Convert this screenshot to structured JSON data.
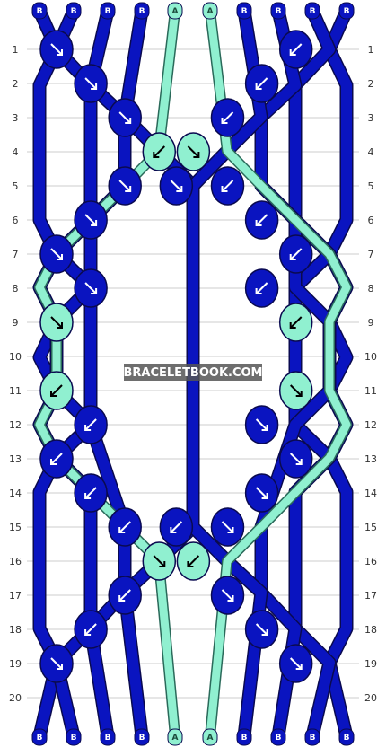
{
  "watermark": "BRACELETBOOK.COM",
  "colors": {
    "B": "#0a14c0",
    "A": "#90f0d0",
    "grid": "#cccccc",
    "outline": "#0a0a50"
  },
  "strings_top": [
    "B",
    "B",
    "B",
    "B",
    "A",
    "A",
    "B",
    "B",
    "B",
    "B"
  ],
  "strings_bottom": [
    "B",
    "B",
    "B",
    "B",
    "A",
    "A",
    "B",
    "B",
    "B",
    "B"
  ],
  "row_numbers": [
    "1",
    "2",
    "3",
    "4",
    "5",
    "6",
    "7",
    "8",
    "9",
    "10",
    "11",
    "12",
    "13",
    "14",
    "15",
    "16",
    "17",
    "18",
    "19",
    "20"
  ],
  "knots": [
    {
      "row": 1,
      "col": 0,
      "color": "B",
      "dir": "down-right"
    },
    {
      "row": 1,
      "col": 7,
      "color": "B",
      "dir": "down-left"
    },
    {
      "row": 2,
      "col": 1,
      "color": "B",
      "dir": "down-right"
    },
    {
      "row": 2,
      "col": 6,
      "color": "B",
      "dir": "down-left"
    },
    {
      "row": 3,
      "col": 2,
      "color": "B",
      "dir": "down-right"
    },
    {
      "row": 3,
      "col": 5,
      "color": "B",
      "dir": "down-left"
    },
    {
      "row": 4,
      "col": 3,
      "color": "A",
      "dir": "down-left"
    },
    {
      "row": 4,
      "col": 4,
      "color": "A",
      "dir": "down-right"
    },
    {
      "row": 5,
      "col": 2,
      "color": "B",
      "dir": "down-right"
    },
    {
      "row": 5,
      "col": 3.5,
      "color": "B",
      "dir": "down-right"
    },
    {
      "row": 5,
      "col": 5,
      "color": "B",
      "dir": "down-left"
    },
    {
      "row": 6,
      "col": 1,
      "color": "B",
      "dir": "down-right"
    },
    {
      "row": 6,
      "col": 6,
      "color": "B",
      "dir": "down-left"
    },
    {
      "row": 7,
      "col": 0,
      "color": "B",
      "dir": "down-right"
    },
    {
      "row": 7,
      "col": 7,
      "color": "B",
      "dir": "down-left"
    },
    {
      "row": 8,
      "col": 1,
      "color": "B",
      "dir": "down-right"
    },
    {
      "row": 8,
      "col": 6,
      "color": "B",
      "dir": "down-left"
    },
    {
      "row": 9,
      "col": 0,
      "color": "A",
      "dir": "down-right"
    },
    {
      "row": 9,
      "col": 7,
      "color": "A",
      "dir": "down-left"
    },
    {
      "row": 11,
      "col": 0,
      "color": "A",
      "dir": "down-left"
    },
    {
      "row": 11,
      "col": 7,
      "color": "A",
      "dir": "down-right"
    },
    {
      "row": 12,
      "col": 1,
      "color": "B",
      "dir": "down-left"
    },
    {
      "row": 12,
      "col": 6,
      "color": "B",
      "dir": "down-right"
    },
    {
      "row": 13,
      "col": 0,
      "color": "B",
      "dir": "down-left"
    },
    {
      "row": 13,
      "col": 7,
      "color": "B",
      "dir": "down-right"
    },
    {
      "row": 14,
      "col": 1,
      "color": "B",
      "dir": "down-left"
    },
    {
      "row": 14,
      "col": 6,
      "color": "B",
      "dir": "down-right"
    },
    {
      "row": 15,
      "col": 2,
      "color": "B",
      "dir": "down-left"
    },
    {
      "row": 15,
      "col": 3.5,
      "color": "B",
      "dir": "down-left"
    },
    {
      "row": 15,
      "col": 5,
      "color": "B",
      "dir": "down-right"
    },
    {
      "row": 16,
      "col": 3,
      "color": "A",
      "dir": "down-right"
    },
    {
      "row": 16,
      "col": 4,
      "color": "A",
      "dir": "down-left"
    },
    {
      "row": 17,
      "col": 2,
      "color": "B",
      "dir": "down-left"
    },
    {
      "row": 17,
      "col": 5,
      "color": "B",
      "dir": "down-right"
    },
    {
      "row": 18,
      "col": 1,
      "color": "B",
      "dir": "down-left"
    },
    {
      "row": 18,
      "col": 6,
      "color": "B",
      "dir": "down-right"
    },
    {
      "row": 19,
      "col": 0,
      "color": "B",
      "dir": "down-right"
    },
    {
      "row": 19,
      "col": 7,
      "color": "B",
      "dir": "down-right"
    }
  ]
}
